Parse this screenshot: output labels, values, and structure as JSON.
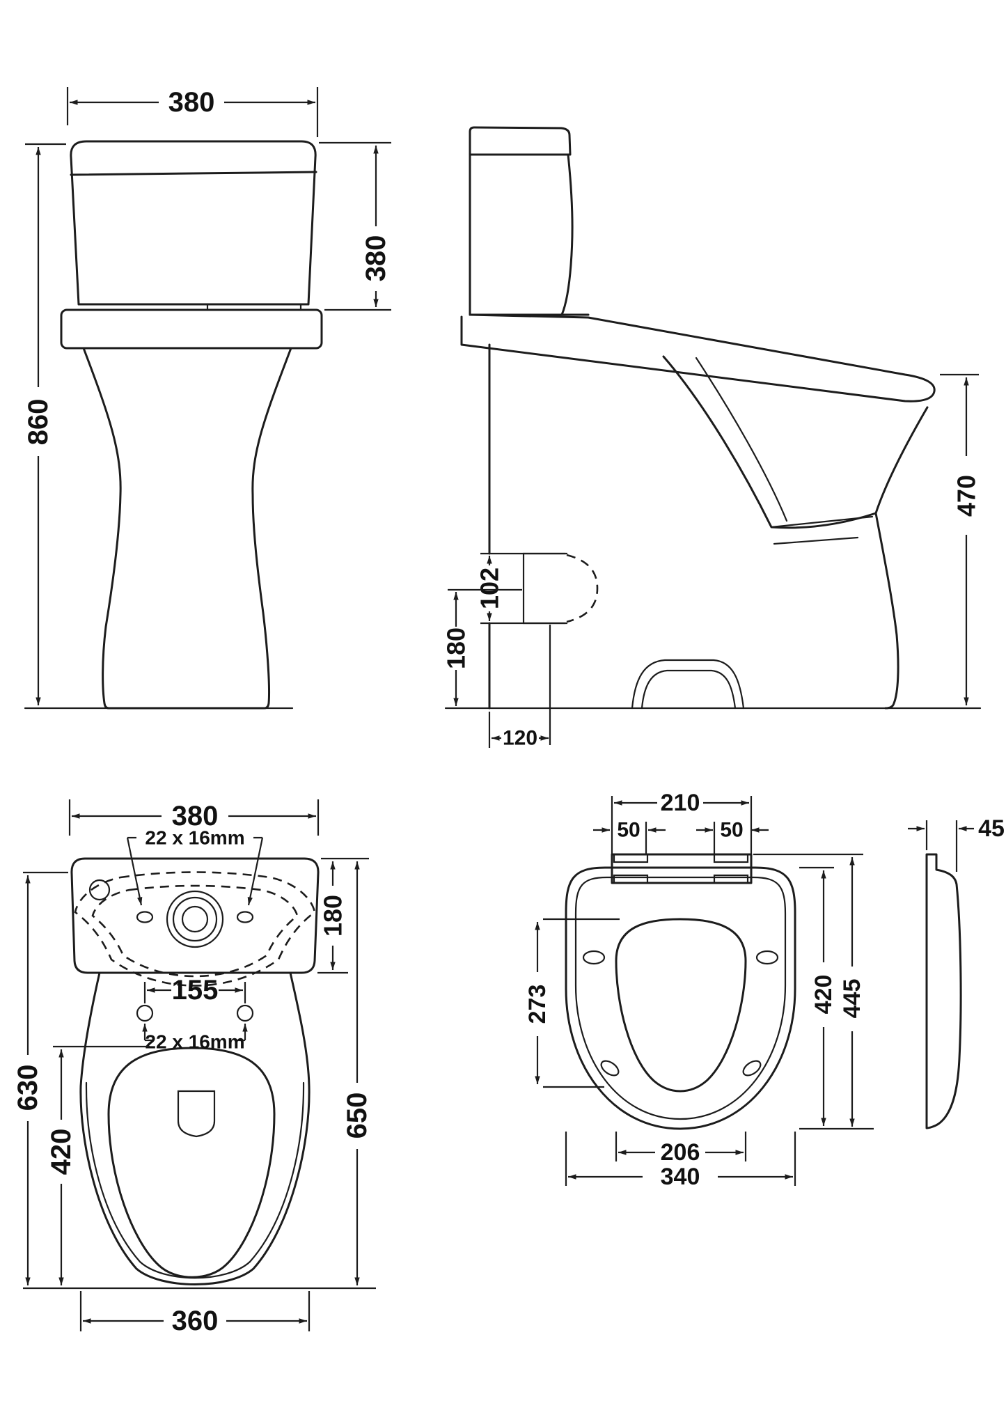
{
  "drawing": {
    "background": "#ffffff",
    "line_color": "#1c1c1c",
    "units": "mm",
    "views": {
      "front": {
        "dims": {
          "width": "380",
          "total_height": "860",
          "cistern_height": "380"
        }
      },
      "side": {
        "dims": {
          "outlet_size": "102",
          "outlet_centre_height": "180",
          "outlet_setout": "120",
          "seat_height": "470"
        }
      },
      "plan": {
        "dims": {
          "width": "380",
          "hole_note_top": "22 x 16mm",
          "cistern_depth": "180",
          "fixing_hole_spacing": "155",
          "hole_note_bottom": "22 x 16mm",
          "length_outer": "630",
          "bowl_opening_length": "420",
          "overall_length": "650",
          "bowl_width": "360"
        }
      },
      "seat": {
        "dims": {
          "hinge_span": "210",
          "hinge_left_width": "50",
          "hinge_right_width": "50",
          "opening_length": "273",
          "seat_length": "420",
          "overall_length": "445",
          "fixing_span": "206",
          "seat_width": "340",
          "lid_thickness": "45"
        }
      }
    }
  }
}
